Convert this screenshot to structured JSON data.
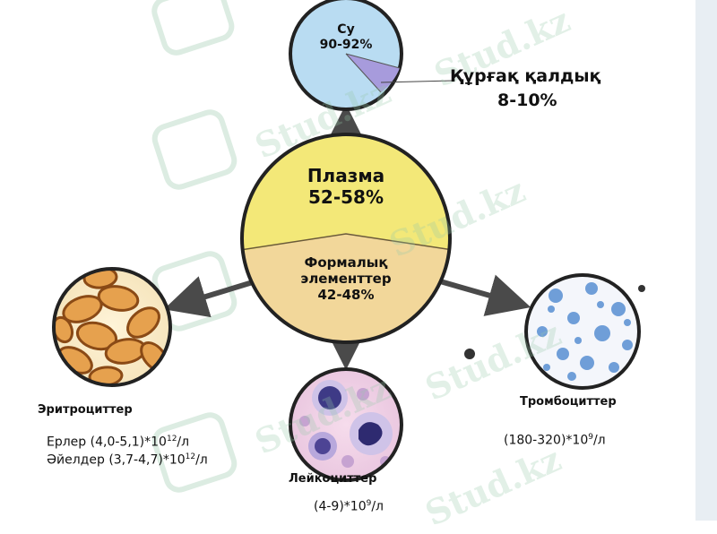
{
  "water": {
    "label": "Су",
    "value": "90-92%"
  },
  "dry_residue": {
    "label": "Құрғақ қалдық",
    "value": "8-10%"
  },
  "plasma": {
    "label": "Плазма",
    "value": "52-58%"
  },
  "formed": {
    "line1": "Формалық",
    "line2": "элементтер",
    "value": "42-48%"
  },
  "erythrocytes": {
    "label": "Эритроциттер",
    "men": {
      "label": "Ерлер",
      "range": "(4,0-5,1)*10",
      "exp": "12",
      "unit": "/л"
    },
    "women": {
      "label": "Әйелдер",
      "range": "(3,7-4,7)*10",
      "exp": "12",
      "unit": "/л"
    }
  },
  "leukocytes": {
    "label": "Лейкоциттер",
    "range": "(4-9)*10",
    "exp": "9",
    "unit": "/л"
  },
  "thrombocytes": {
    "label": "Тромбоциттер",
    "range": "(180-320)*10",
    "exp": "9",
    "unit": "/л"
  },
  "watermark": "Stud.kz",
  "colors": {
    "plasma_yellow": "#f3e878",
    "formed_beige": "#f2d79a",
    "water_blue": "#b9dcf2",
    "dry_purple": "#a79bdc",
    "arrow_gray": "#4a4a4a",
    "watermark_green": "#9cc8ab"
  }
}
